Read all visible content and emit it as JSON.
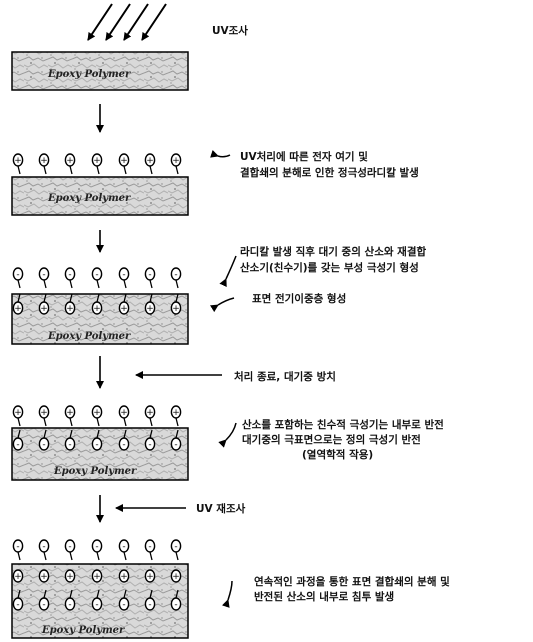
{
  "labels": {
    "uv_irradiation": "UV조사",
    "step1_line1": "UV처리에 따른 전자 여기 및",
    "step1_line2": "결합쇄의 분해로 인한 정극성라디칼 발생",
    "step2_line1": "라디칼 발생 직후 대기 중의 산소와 재결합",
    "step2_line2": "산소기(친수기)를 갖는 부성 극성기 형성",
    "step2_line3": "표면 전기이중층 형성",
    "step3": "처리 종료, 대기중 방치",
    "step4_line1": "산소를 포함하는 친수적 극성기는 내부로 반전",
    "step4_line2": "대기중의 극표면으로는 정의 극성기 반전",
    "step4_line3": "(열역학적 작용)",
    "uv_reirradiation": "UV 재조사",
    "step5_line1": "연속적인 과정을 통한 표면 결합쇄의 분해 및",
    "step5_line2": "반전된 산소의 내부로 침투 발생"
  },
  "block_label": "Epoxy Polymer",
  "symbols": {
    "plus": "+",
    "minus": "-"
  }
}
